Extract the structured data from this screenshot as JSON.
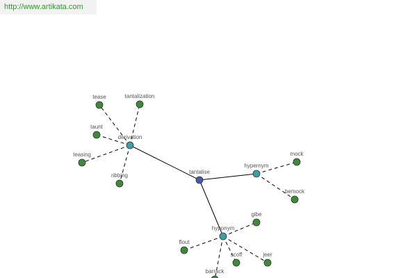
{
  "watermark": {
    "text": "http://www.artikata.com"
  },
  "colors": {
    "root_node": "#4a5aa0",
    "relation_node": "#3f9da6",
    "leaf_node": "#3e8a3a",
    "edge": "#000000",
    "label": "#555555",
    "watermark_text": "#2e9a2e"
  },
  "graph": {
    "root": {
      "label": "tantalise"
    },
    "relations": [
      {
        "label": "derivation",
        "words": [
          "tease",
          "tantalization",
          "taunt",
          "teasing",
          "ribbing"
        ]
      },
      {
        "label": "hypernym",
        "words": [
          "mock",
          "bemock"
        ]
      },
      {
        "label": "hyponym",
        "words": [
          "gibe",
          "flout",
          "scoff",
          "jeer",
          "barrack"
        ]
      }
    ]
  }
}
